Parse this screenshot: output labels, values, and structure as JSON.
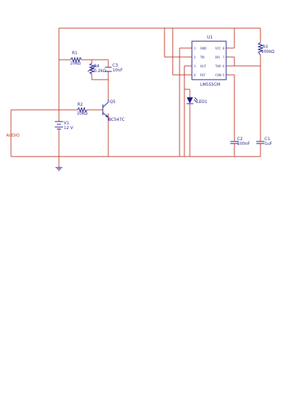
{
  "components": {
    "r1": {
      "ref": "R1",
      "value": "10kΩ"
    },
    "r2": {
      "ref": "R2",
      "value": "10kΩ"
    },
    "r3": {
      "ref": "R3",
      "value": "100kΩ"
    },
    "r4": {
      "ref": "R4",
      "value": "0.2kΩ"
    },
    "c1": {
      "ref": "C1",
      "value": "1uF"
    },
    "c2": {
      "ref": "C2",
      "value": "100nF"
    },
    "c3": {
      "ref": "C3",
      "value": "10nF"
    },
    "q5": {
      "ref": "Q5",
      "part": "BC547C"
    },
    "v1": {
      "ref": "V1",
      "value": "12 V"
    },
    "led1": {
      "ref": "LED1"
    },
    "u1": {
      "ref": "U1",
      "part": "LM555CM"
    },
    "audio": {
      "label": "AUDIO"
    }
  },
  "ic_pins": {
    "left": [
      "GND",
      "TRI",
      "OUT",
      "RST"
    ],
    "right": [
      "VCC",
      "DIS",
      "THR",
      "CON"
    ],
    "left_num": [
      "1",
      "2",
      "3",
      "4"
    ],
    "right_num": [
      "8",
      "7",
      "6",
      "5"
    ]
  },
  "colors": {
    "wire": "#c0392b",
    "component": "#1a1a8a"
  }
}
